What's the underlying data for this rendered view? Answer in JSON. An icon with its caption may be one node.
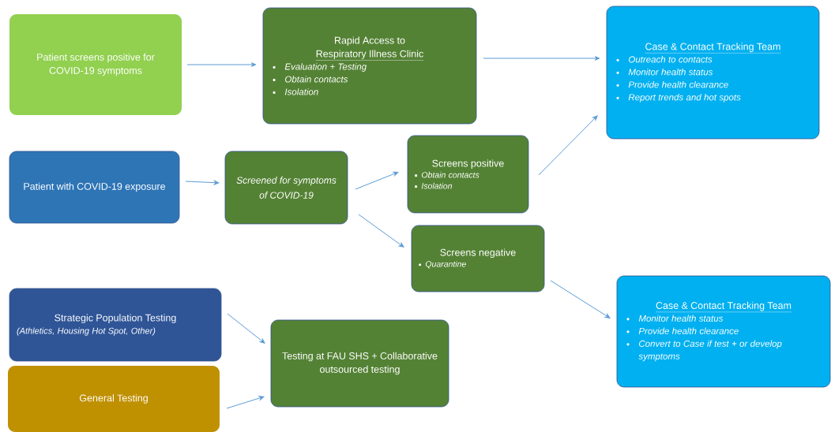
{
  "diagram": {
    "nodes": [
      {
        "text": [
          "Patient screens positive for COVID-19 symptoms"
        ]
      },
      {
        "text": [
          "Rapid Access to",
          "Respiratory Illness Clinic",
          "Evaluation + Testing",
          "Obtain contacts",
          "Isolation"
        ]
      },
      {
        "text": [
          "Case & Contact Tracking Team",
          "Outreach to contacts",
          "Monitor health status",
          "Provide health clearance",
          "Report trends and hot spots"
        ]
      },
      {
        "text": [
          "Patient with COVID-19 exposure"
        ]
      },
      {
        "text": [
          "Screened for symptoms of COVID-19"
        ]
      },
      {
        "text": [
          "Screens positive",
          "Obtain contacts",
          "Isolation"
        ]
      },
      {
        "text": [
          "Screens negative",
          "Quarantine"
        ]
      },
      {
        "text": [
          "Case & Contact Tracking Team",
          "Monitor health status",
          "Provide health clearance",
          "Convert to Case if test + or develop symptoms"
        ]
      },
      {
        "text": [
          "Strategic Population Testing",
          "(Athletics, Housing Hot Spot, Other)"
        ]
      },
      {
        "text": [
          "General Testing"
        ]
      },
      {
        "text": [
          "Testing at FAU SHS + Collaborative outsourced testing"
        ]
      }
    ],
    "edges": [
      {
        "from": 0,
        "to": 1,
        "arrow": "to"
      },
      {
        "from": 1,
        "to": 2,
        "arrow": "to"
      },
      {
        "from": 3,
        "to": 4,
        "arrow": "to"
      },
      {
        "from": 4,
        "to": 5,
        "arrow": "to"
      },
      {
        "from": 4,
        "to": 6,
        "arrow": "to"
      },
      {
        "from": 5,
        "to": 2,
        "arrow": "to"
      },
      {
        "from": 6,
        "to": 7,
        "arrow": "to"
      },
      {
        "from": 8,
        "to": 10,
        "arrow": "to"
      },
      {
        "from": 9,
        "to": 10,
        "arrow": "to"
      }
    ]
  }
}
